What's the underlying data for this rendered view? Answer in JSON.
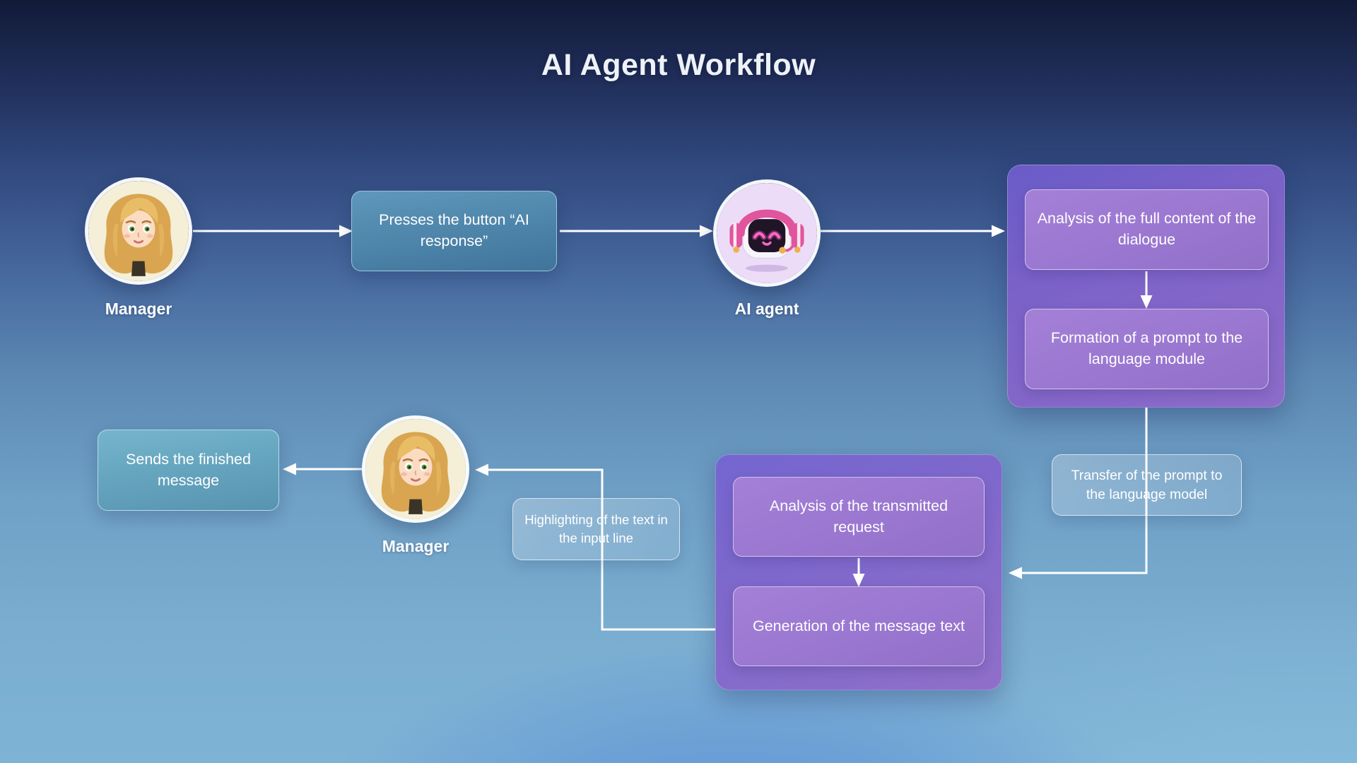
{
  "title": "AI Agent Workflow",
  "actors": {
    "manager_top": {
      "label": "Manager",
      "avatar": "manager-woman-avatar"
    },
    "ai_agent": {
      "label": "AI agent",
      "avatar": "robot-headset-avatar"
    },
    "manager_bottom": {
      "label": "Manager",
      "avatar": "manager-woman-avatar"
    }
  },
  "nodes": {
    "press_button": {
      "text": "Presses the button “AI response”",
      "style": "teal"
    },
    "analysis_dialogue": {
      "text": "Analysis of the full content of the dialogue",
      "style": "purple"
    },
    "formation_prompt": {
      "text": "Formation of a prompt to the language module",
      "style": "purple"
    },
    "transfer_prompt": {
      "text": "Transfer of the prompt to the language model",
      "style": "glass"
    },
    "analysis_request": {
      "text": "Analysis of the transmitted request",
      "style": "purple"
    },
    "generation_text": {
      "text": "Generation of the message text",
      "style": "purple"
    },
    "highlighting_text": {
      "text": "Highlighting of the text in the input line",
      "style": "glass"
    },
    "sends_message": {
      "text": "Sends the finished message",
      "style": "teal"
    }
  },
  "colors": {
    "background_top": "#121a38",
    "background_bottom": "#7fb3d5",
    "container_purple": "#7b64c8",
    "node_purple": "#9e7bd2",
    "node_teal": "#5b9cbe",
    "arrow": "#ffffff",
    "text": "#ffffff",
    "avatar_manager_bg": "#f4efd6",
    "avatar_agent_bg": "#ecdcf8"
  }
}
